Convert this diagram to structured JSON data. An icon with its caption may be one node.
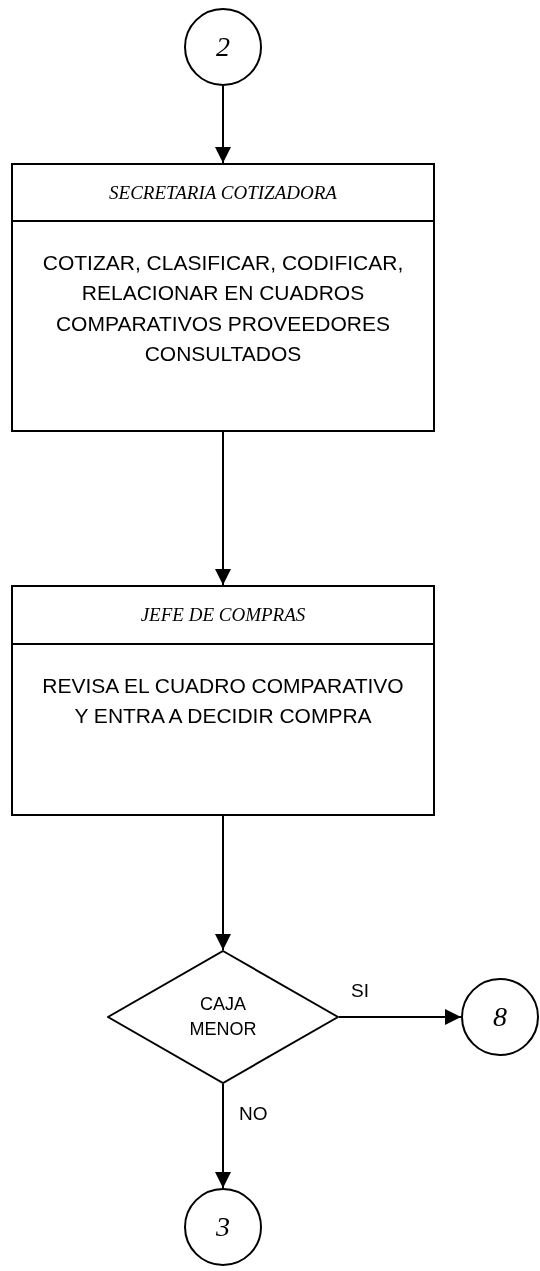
{
  "diagram": {
    "nodes": [
      {
        "text": [
          "2"
        ]
      },
      {
        "text": [
          "SECRETARIA COTIZADORA",
          "COTIZAR, CLASIFICAR, CODIFICAR, RELACIONAR EN CUADROS COMPARATIVOS PROVEEDORES CONSULTADOS"
        ]
      },
      {
        "text": [
          "JEFE DE COMPRAS",
          "REVISA EL CUADRO COMPARATIVO Y ENTRA A DECIDIR COMPRA"
        ]
      },
      {
        "text": [
          "CAJA MENOR"
        ]
      },
      {
        "text": [
          "8"
        ]
      },
      {
        "text": [
          "3"
        ]
      }
    ],
    "edges": [
      {
        "from": 0,
        "to": 1,
        "arrow": "to"
      },
      {
        "from": 1,
        "to": 2,
        "arrow": "to"
      },
      {
        "from": 2,
        "to": 3,
        "arrow": "to"
      },
      {
        "from": 3,
        "to": 4,
        "arrow": "to",
        "label": "SI"
      },
      {
        "from": 3,
        "to": 5,
        "arrow": "to",
        "label": "NO"
      }
    ]
  }
}
